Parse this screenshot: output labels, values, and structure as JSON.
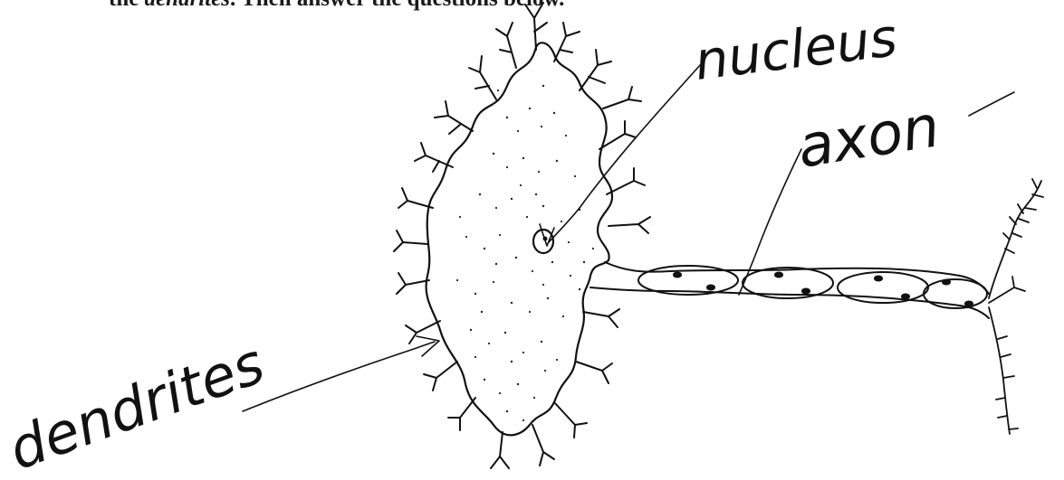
{
  "instruction": {
    "prefix": "the ",
    "term": "dendrites",
    "suffix": ". Then answer the questions below."
  },
  "labels": {
    "nucleus": "nucleus",
    "axon": "axon",
    "dendrites": "dendrites"
  },
  "colors": {
    "ink": "#111111",
    "paper": "#ffffff"
  }
}
